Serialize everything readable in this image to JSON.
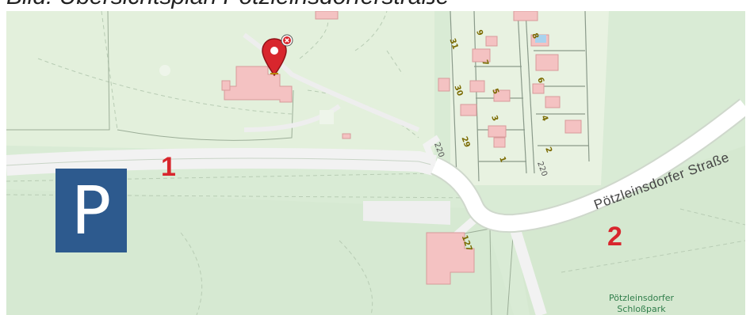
{
  "caption": "Bild: Übersichtsplan Pötzleinsdorferstraße",
  "map": {
    "colors": {
      "forest": "#d9ebd5",
      "grass": "#e8f2e1",
      "road": "#ffffff",
      "building": "#f4c2c2",
      "parking_sign": "#2d5a8e",
      "marker_red": "#d8262d",
      "park_label": "#2f7d4a"
    },
    "markers": {
      "zone_1": "1",
      "zone_2": "2"
    },
    "parking_sign": {
      "symbol": "P",
      "icon": "parking-sign-icon"
    },
    "location_pin": {
      "icon": "map-pin-icon",
      "remove_icon": "close-circle-icon"
    },
    "street_name": "Pötzleinsdorfer Straße",
    "road_numbers": [
      "220",
      "220"
    ],
    "house_numbers": [
      "31",
      "30",
      "29",
      "9",
      "7",
      "5",
      "3",
      "1",
      "8",
      "6",
      "4",
      "2",
      "127"
    ],
    "park_label": {
      "line1": "Pötzleinsdorfer",
      "line2": "Schloßpark"
    }
  }
}
